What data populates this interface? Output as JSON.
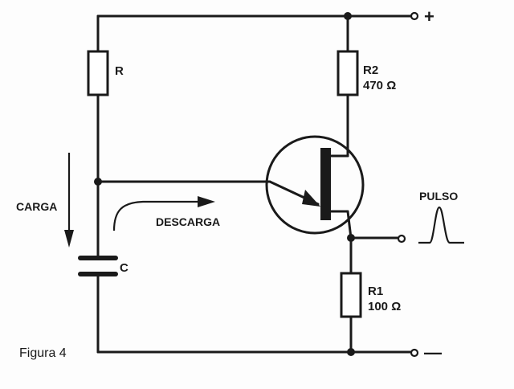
{
  "labels": {
    "r": "R",
    "r2_name": "R2",
    "r2_value": "470 Ω",
    "r1_name": "R1",
    "r1_value": "100 Ω",
    "c": "C",
    "carga": "CARGA",
    "descarga": "DESCARGA",
    "pulso": "PULSO",
    "plus": "+",
    "minus": "—",
    "figure": "Figura 4"
  }
}
